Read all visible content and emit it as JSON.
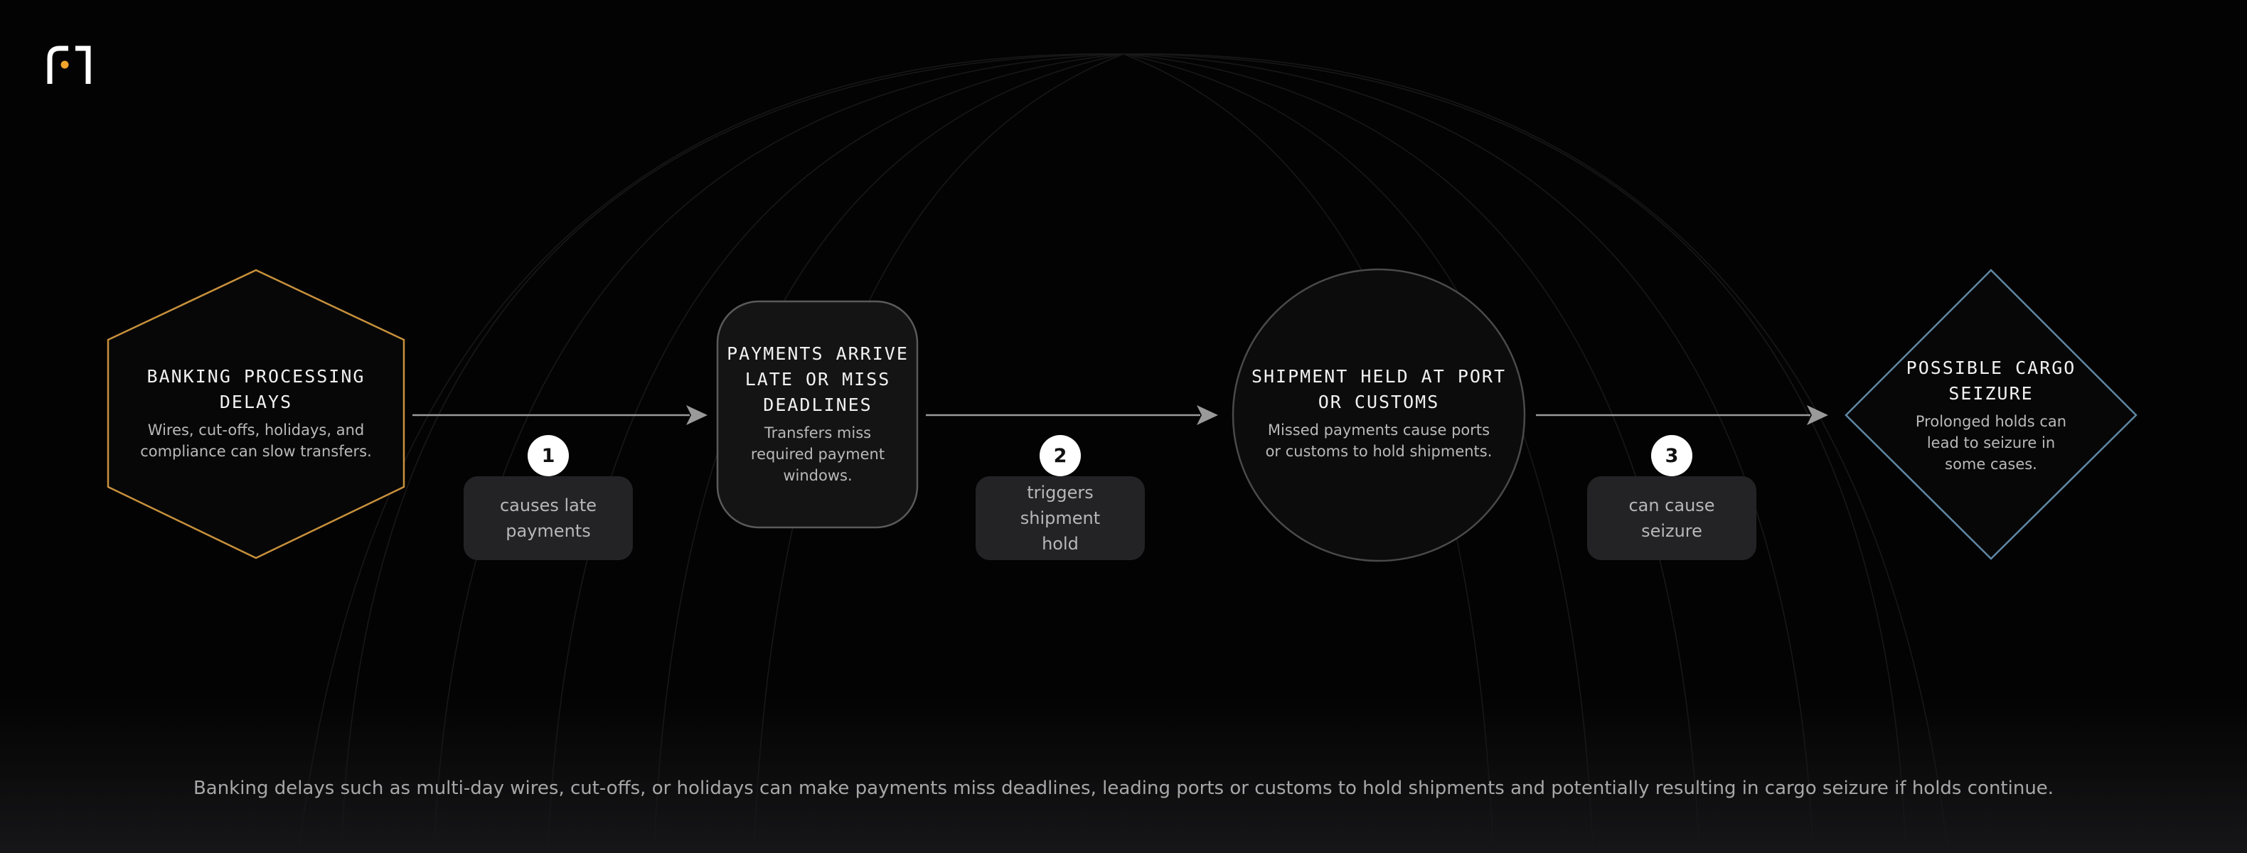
{
  "nodes": [
    {
      "id": "banking",
      "shape": "hexagon",
      "stroke": "#c8913c",
      "title": "BANKING PROCESSING DELAYS",
      "description": "Wires, cut-offs, holidays, and compliance can slow transfers."
    },
    {
      "id": "payments",
      "shape": "rounded-rect",
      "stroke": "#5a5a5a",
      "title": "PAYMENTS ARRIVE LATE OR MISS DEADLINES",
      "description": "Transfers miss required payment windows."
    },
    {
      "id": "shipment",
      "shape": "circle",
      "stroke": "#4a4a4a",
      "title": "SHIPMENT HELD AT PORT OR CUSTOMS",
      "description": "Missed payments cause ports or customs to hold shipments."
    },
    {
      "id": "seizure",
      "shape": "diamond",
      "stroke": "#5f87a3",
      "title": "POSSIBLE CARGO SEIZURE",
      "description": "Prolonged holds can lead to seizure in some cases."
    }
  ],
  "edges": [
    {
      "from": "banking",
      "to": "payments",
      "step": "1",
      "label": "causes late payments"
    },
    {
      "from": "payments",
      "to": "shipment",
      "step": "2",
      "label": "triggers shipment hold"
    },
    {
      "from": "shipment",
      "to": "seizure",
      "step": "3",
      "label": "can cause seizure"
    }
  ],
  "caption": "Banking delays such as multi-day wires, cut-offs, or holidays can make payments miss deadlines, leading ports or customs to hold shipments and potentially resulting in cargo seizure if holds continue.",
  "colors": {
    "background": "#030303",
    "arrow": "#9a9a9a",
    "logo_accent": "#f2a52b",
    "logo": "#ffffff"
  }
}
